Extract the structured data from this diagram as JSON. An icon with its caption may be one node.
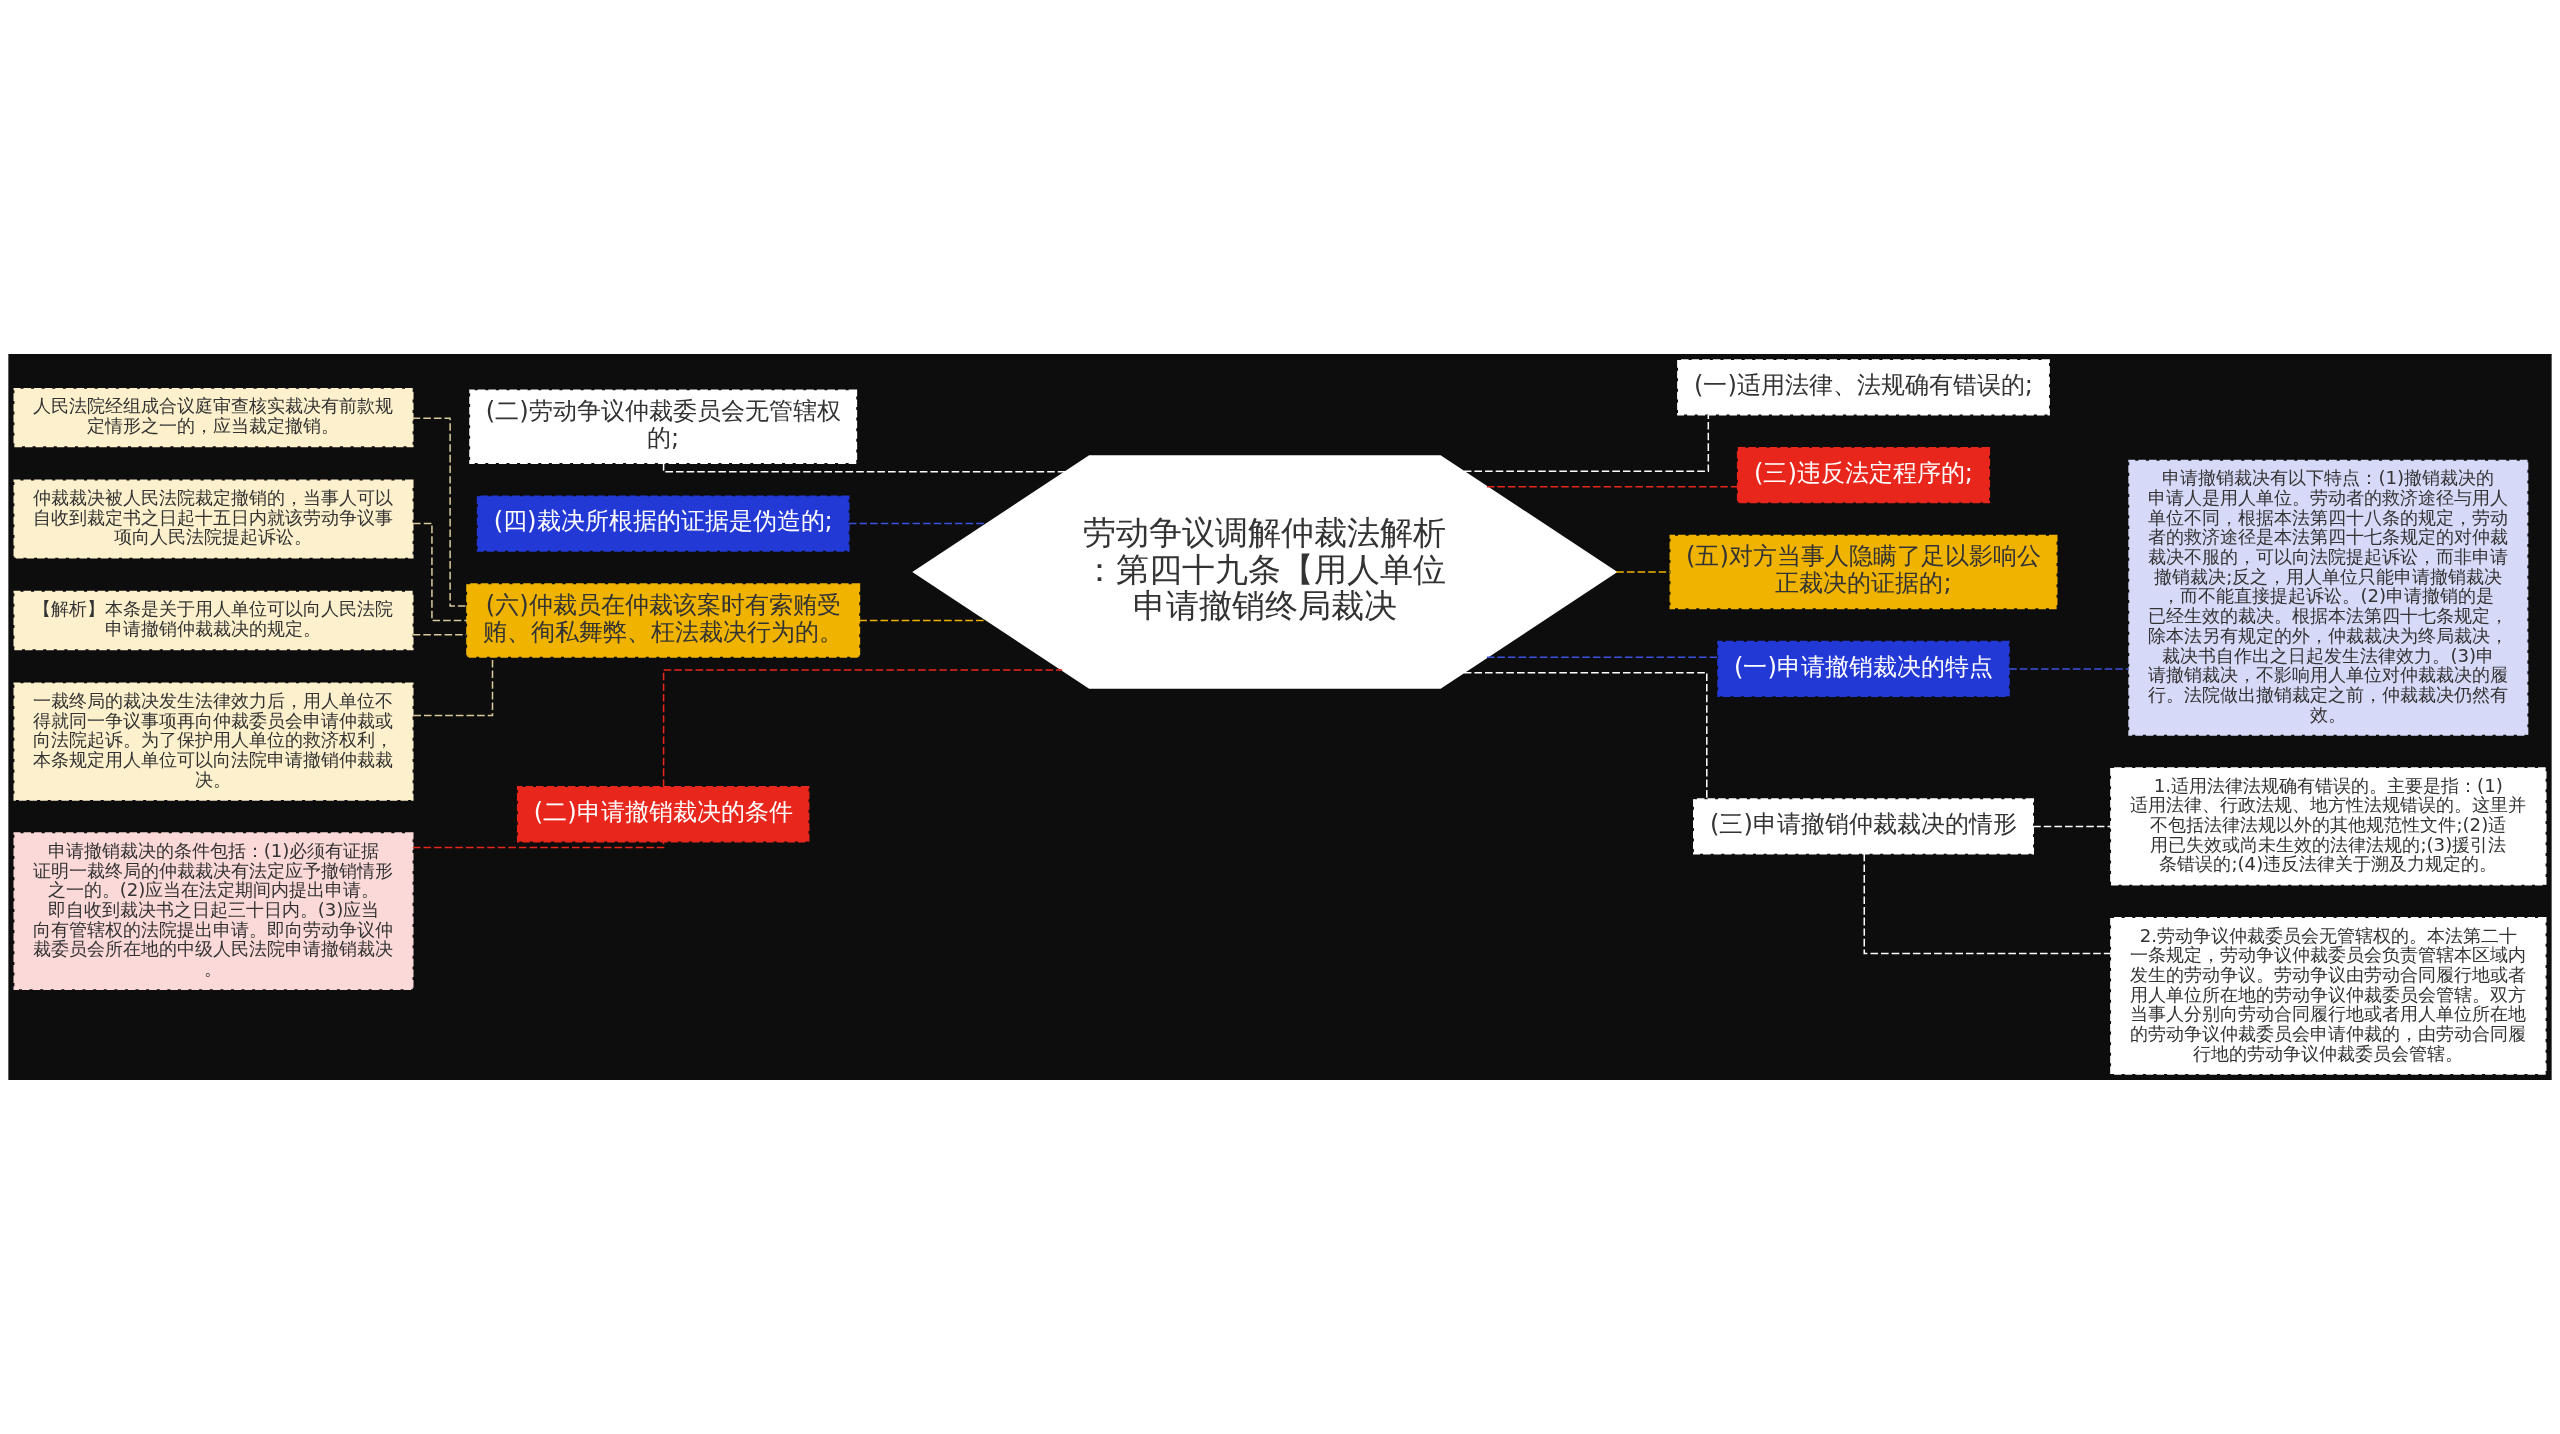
{
  "diagram": {
    "nodes": [
      {
        "text": [
          "劳动争议调解仲裁法解析：第四十九条【用人单位申请撤销终局裁决"
        ]
      },
      {
        "text": [
          "(二)劳动争议仲裁委员会无管辖权的;"
        ]
      },
      {
        "text": [
          "(四)裁决所根据的证据是伪造的;"
        ]
      },
      {
        "text": [
          "(六)仲裁员在仲裁该案时有索贿受贿、徇私舞弊、枉法裁决行为的。"
        ]
      },
      {
        "text": [
          "人民法院经组成合议庭审查核实裁决有前款规定情形之一的，应当裁定撤销。"
        ]
      },
      {
        "text": [
          "仲裁裁决被人民法院裁定撤销的，当事人可以自收到裁定书之日起十五日内就该劳动争议事项向人民法院提起诉讼。"
        ]
      },
      {
        "text": [
          "【解析】本条是关于用人单位可以向人民法院申请撤销仲裁裁决的规定。"
        ]
      },
      {
        "text": [
          "一裁终局的裁决发生法律效力后，用人单位不得就同一争议事项再向仲裁委员会申请仲裁或向法院起诉。为了保护用人单位的救济权利，本条规定用人单位可以向法院申请撤销仲裁裁决。"
        ]
      },
      {
        "text": [
          "(二)申请撤销裁决的条件"
        ]
      },
      {
        "text": [
          "申请撤销裁决的条件包括：(1)必须有证据证明一裁终局的仲裁裁决有法定应予撤销情形之一的。(2)应当在法定期间内提出申请。即自收到裁决书之日起三十日内。(3)应当向有管辖权的法院提出申请。即向劳动争议仲裁委员会所在地的中级人民法院申请撤销裁决。"
        ]
      },
      {
        "text": [
          "(一)适用法律、法规确有错误的;"
        ]
      },
      {
        "text": [
          "(三)违反法定程序的;"
        ]
      },
      {
        "text": [
          "(五)对方当事人隐瞒了足以影响公正裁决的证据的;"
        ]
      },
      {
        "text": [
          "(一)申请撤销裁决的特点"
        ]
      },
      {
        "text": [
          "申请撤销裁决有以下特点：(1)撤销裁决的申请人是用人单位。劳动者的救济途径与用人单位不同，根据本法第四十八条的规定，劳动者的救济途径是本法第四十七条规定的对仲裁裁决不服的，可以向法院提起诉讼，而非申请撤销裁决;反之，用人单位只能申请撤销裁决，而不能直接提起诉讼。(2)申请撤销的是已经生效的裁决。根据本法第四十七条规定，除本法另有规定的外，仲裁裁决为终局裁决，裁决书自作出之日起发生法律效力。(3)申请撤销裁决，不影响用人单位对仲裁裁决的履行。法院做出撤销裁定之前，仲裁裁决仍然有效。"
        ]
      },
      {
        "text": [
          "(三)申请撤销仲裁裁决的情形"
        ]
      },
      {
        "text": [
          "1.适用法律法规确有错误的。主要是指：(1)适用法律、行政法规、地方性法规错误的。这里并不包括法律法规以外的其他规范性文件;(2)适用已失效或尚未生效的法律法规的;(3)援引法条错误的;(4)违反法律关于溯及力规定的。"
        ]
      },
      {
        "text": [
          "2.劳动争议仲裁委员会无管辖权的。本法第二十一条规定，劳动争议仲裁委员会负责管辖本区域内发生的劳动争议。劳动争议由劳动合同履行地或者用人单位所在地的劳动争议仲裁委员会管辖。双方当事人分别向劳动合同履行地或者用人单位所在地的劳动争议仲裁委员会申请仲裁的，由劳动合同履行地的劳动争议仲裁委员会管辖。"
        ]
      }
    ],
    "edges": [
      {
        "from": 0,
        "to": 1,
        "arrow": "none",
        "style": "dashed",
        "color": "#ffffff"
      },
      {
        "from": 0,
        "to": 2,
        "arrow": "none",
        "style": "dashed",
        "color": "#3b52e0"
      },
      {
        "from": 0,
        "to": 3,
        "arrow": "none",
        "style": "dashed",
        "color": "#f0b400"
      },
      {
        "from": 3,
        "to": 4,
        "arrow": "none",
        "style": "dashed",
        "color": "#d8c89a"
      },
      {
        "from": 3,
        "to": 5,
        "arrow": "none",
        "style": "dashed",
        "color": "#d8c89a"
      },
      {
        "from": 3,
        "to": 6,
        "arrow": "none",
        "style": "dashed",
        "color": "#d8c89a"
      },
      {
        "from": 3,
        "to": 7,
        "arrow": "none",
        "style": "dashed",
        "color": "#d8c89a"
      },
      {
        "from": 0,
        "to": 8,
        "arrow": "none",
        "style": "dashed",
        "color": "#e8261c"
      },
      {
        "from": 8,
        "to": 9,
        "arrow": "none",
        "style": "dashed",
        "color": "#e8261c"
      },
      {
        "from": 0,
        "to": 10,
        "arrow": "none",
        "style": "dashed",
        "color": "#ffffff"
      },
      {
        "from": 0,
        "to": 11,
        "arrow": "none",
        "style": "dashed",
        "color": "#e8261c"
      },
      {
        "from": 0,
        "to": 12,
        "arrow": "none",
        "style": "dashed",
        "color": "#f0b400"
      },
      {
        "from": 0,
        "to": 13,
        "arrow": "none",
        "style": "dashed",
        "color": "#3b52e0"
      },
      {
        "from": 13,
        "to": 14,
        "arrow": "none",
        "style": "dashed",
        "color": "#3b52e0"
      },
      {
        "from": 0,
        "to": 15,
        "arrow": "none",
        "style": "dashed",
        "color": "#ffffff"
      },
      {
        "from": 15,
        "to": 16,
        "arrow": "none",
        "style": "dashed",
        "color": "#ffffff"
      },
      {
        "from": 15,
        "to": 17,
        "arrow": "none",
        "style": "dashed",
        "color": "#ffffff"
      }
    ]
  }
}
